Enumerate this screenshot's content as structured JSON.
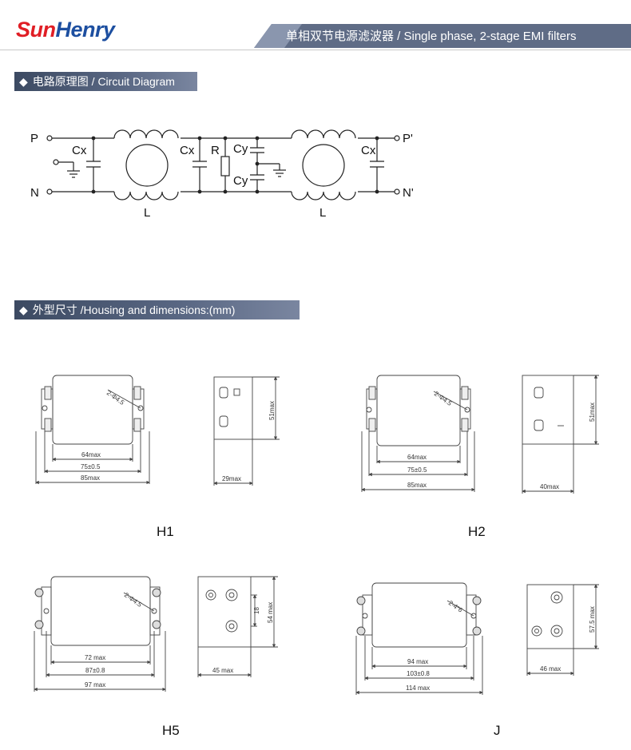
{
  "header": {
    "logo_part1": "Sun",
    "logo_part2": "Henry",
    "title": "单相双节电源滤波器  / Single phase, 2-stage EMI filters"
  },
  "sections": {
    "circuit_title": "电路原理图 / Circuit Diagram",
    "housing_title": "外型尺寸 /Housing and dimensions:(mm)"
  },
  "circuit": {
    "P": "P",
    "N": "N",
    "P_out": "P'",
    "N_out": "N'",
    "Cx": "Cx",
    "Cy": "Cy",
    "R": "R",
    "L": "L"
  },
  "models": {
    "H1": {
      "label": "H1",
      "d1": "64max",
      "d2": "75±0.5",
      "d3": "85max",
      "depth": "29max",
      "height": "51max",
      "hole": "2-Φ4.5"
    },
    "H2": {
      "label": "H2",
      "d1": "64max",
      "d2": "75±0.5",
      "d3": "85max",
      "depth": "40max",
      "height": "51max",
      "hole": "2-Φ4.5"
    },
    "H5": {
      "label": "H5",
      "d1": "72 max",
      "d2": "87±0.8",
      "d3": "97 max",
      "depth": "45 max",
      "height": "54 max",
      "pitch": "18",
      "hole": "2-Φ4.5"
    },
    "J": {
      "label": "J",
      "d1": "94 max",
      "d2": "103±0.8",
      "d3": "114 max",
      "depth": "46 max",
      "height": "57.5 max",
      "hole": "2-4*6"
    }
  }
}
